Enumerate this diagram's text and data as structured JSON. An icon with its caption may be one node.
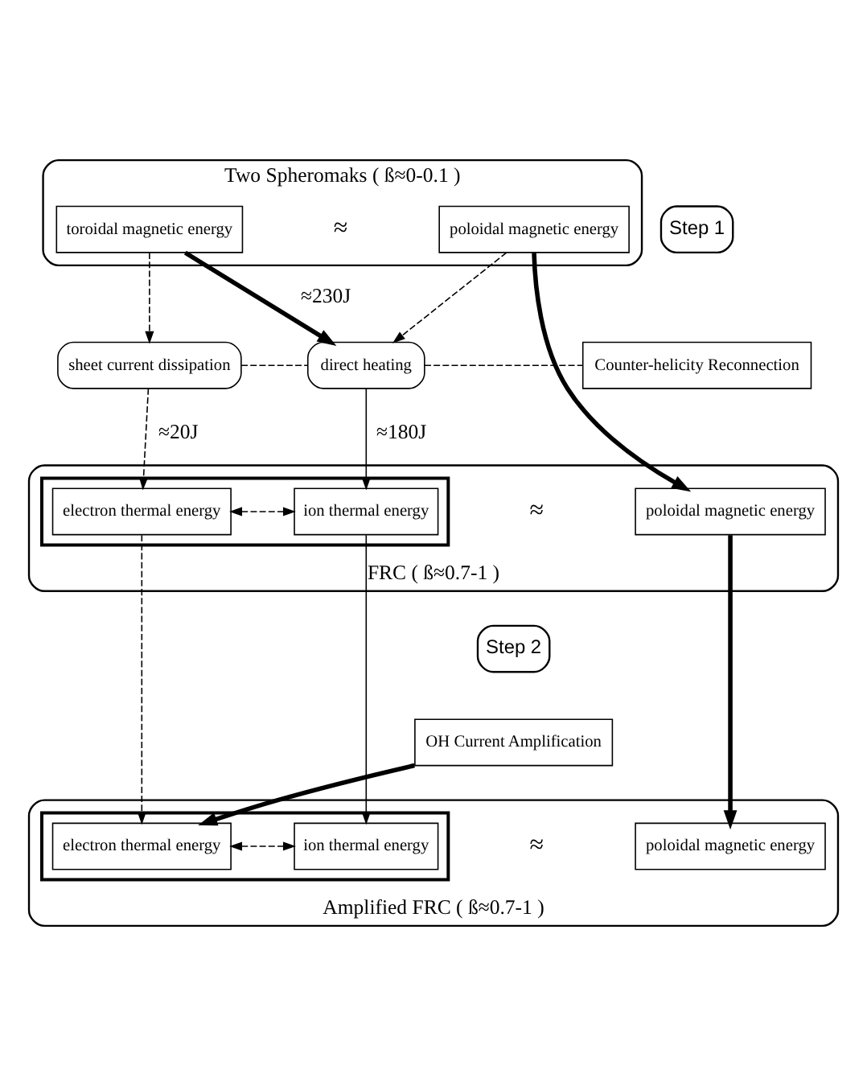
{
  "diagram": {
    "nodes": [
      {
        "text": [
          "Two Spheromaks ( ß≈0-0.1 )"
        ]
      },
      {
        "text": [
          "toroidal magnetic energy"
        ],
        "in": 0
      },
      {
        "text": [
          "poloidal magnetic energy"
        ],
        "in": 0
      },
      {
        "text": [
          "sheet current dissipation"
        ]
      },
      {
        "text": [
          "direct heating"
        ]
      },
      {
        "text": [
          "Step 1"
        ]
      },
      {
        "text": [
          "Counter-helicity Reconnection"
        ]
      },
      {
        "text": [
          "FRC ( ß≈0.7-1 )"
        ]
      },
      {
        "text": [],
        "shape": "box",
        "in": 7
      },
      {
        "text": [
          "electron thermal energy"
        ],
        "in": 8
      },
      {
        "text": [
          "ion thermal energy"
        ],
        "in": 8
      },
      {
        "text": [
          "poloidal magnetic energy"
        ],
        "in": 7
      },
      {
        "text": [
          "Step 2"
        ]
      },
      {
        "text": [
          "OH Current Amplification"
        ]
      },
      {
        "text": [
          "Amplified FRC ( ß≈0.7-1 )"
        ]
      },
      {
        "text": [],
        "shape": "box",
        "in": 14
      },
      {
        "text": [
          "electron thermal energy"
        ],
        "in": 15
      },
      {
        "text": [
          "ion thermal energy"
        ],
        "in": 15
      },
      {
        "text": [
          "poloidal magnetic energy"
        ],
        "in": 14
      }
    ],
    "edges": [
      {
        "from": 1,
        "to": 3,
        "arrow": "to",
        "style": "dashed"
      },
      {
        "from": 1,
        "to": 4,
        "arrow": "to",
        "label": "≈230J",
        "style": "thick"
      },
      {
        "from": 2,
        "to": 4,
        "arrow": "to",
        "style": "dashed"
      },
      {
        "from": 2,
        "to": 11,
        "arrow": "to",
        "style": "thick"
      },
      {
        "from": 3,
        "to": 4,
        "arrow": "none",
        "style": "dashed"
      },
      {
        "from": 4,
        "to": 6,
        "arrow": "none",
        "style": "dashed"
      },
      {
        "from": 3,
        "to": 9,
        "arrow": "to",
        "label": "≈20J",
        "style": "dashed"
      },
      {
        "from": 4,
        "to": 10,
        "arrow": "to",
        "label": "≈180J"
      },
      {
        "from": 9,
        "to": 10,
        "arrow": "both",
        "style": "dashed"
      },
      {
        "from": 9,
        "to": 16,
        "arrow": "to",
        "style": "dashed"
      },
      {
        "from": 13,
        "to": 16,
        "arrow": "to",
        "style": "thick"
      },
      {
        "from": 10,
        "to": 17,
        "arrow": "to"
      },
      {
        "from": 11,
        "to": 18,
        "arrow": "to",
        "style": "thick"
      },
      {
        "from": 16,
        "to": 17,
        "arrow": "both",
        "style": "dashed"
      }
    ],
    "labels": [
      "≈",
      "≈",
      "≈"
    ]
  }
}
